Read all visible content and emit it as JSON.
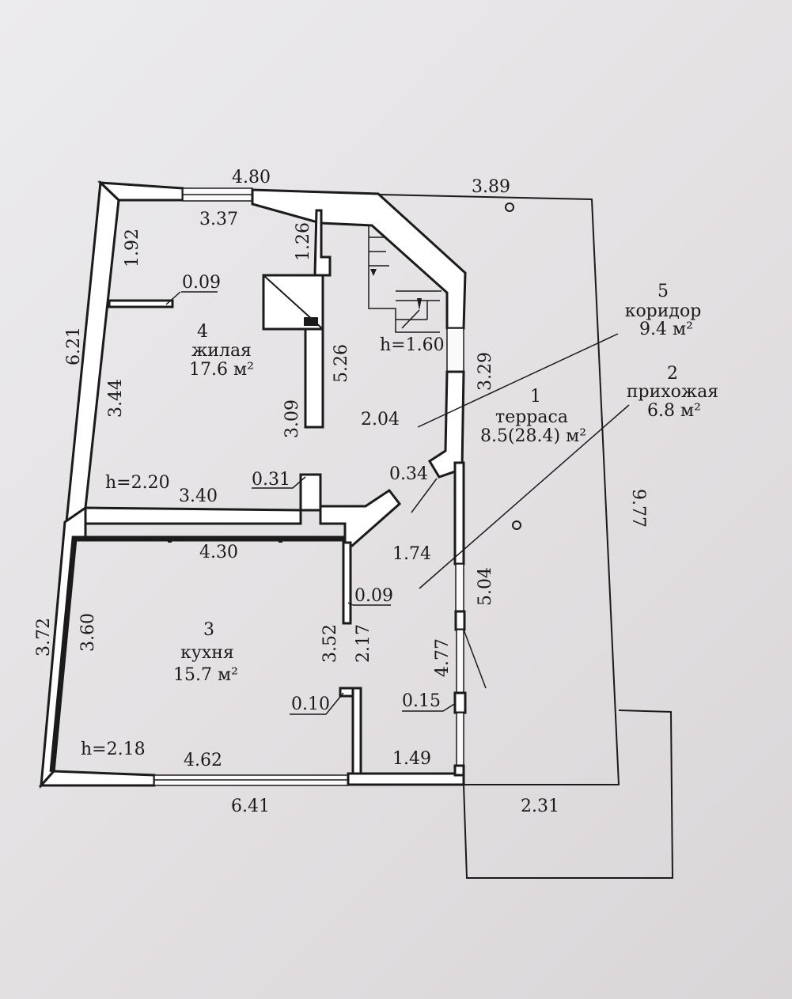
{
  "rooms": {
    "r1": {
      "num": "1",
      "name": "терраса",
      "area": "8.5(28.4) м²"
    },
    "r2": {
      "num": "2",
      "name": "прихожая",
      "area": "6.8 м²"
    },
    "r3": {
      "num": "3",
      "name": "кухня",
      "area": "15.7 м²"
    },
    "r4": {
      "num": "4",
      "name": "жилая",
      "area": "17.6 м²"
    },
    "r5": {
      "num": "5",
      "name": "коридор",
      "area": "9.4 м²"
    }
  },
  "heights": {
    "room4": "h=2.20",
    "room3": "h=2.18",
    "stair": "h=1.60"
  },
  "dimensions": {
    "top_outer": "4.80",
    "top_right": "3.89",
    "top_inner": "3.37",
    "left_outer": "6.21",
    "r4_top_left": "1.92",
    "r4_bottom_left": "3.44",
    "wall_stub": "0.09",
    "partition_top": "1.26",
    "partition_long": "5.26",
    "partition_low": "3.09",
    "r4_bottom": "3.40",
    "stub_031": "0.31",
    "corridor_width": "2.04",
    "right_upper": "3.29",
    "stub_034": "0.34",
    "corridor_174": "1.74",
    "kitchen_top": "4.30",
    "stub_009b": "0.09",
    "kitchen_left_outer": "3.72",
    "kitchen_left_inner": "3.60",
    "kitchen_right_352": "3.52",
    "kitchen_right_217": "2.17",
    "hall_504": "5.04",
    "hall_477": "4.77",
    "stub_010": "0.10",
    "stub_015": "0.15",
    "kitchen_bottom_inner": "4.62",
    "hall_bottom": "1.49",
    "bottom_outer": "6.41",
    "porch": "2.31",
    "terrace_right": "9.77"
  }
}
